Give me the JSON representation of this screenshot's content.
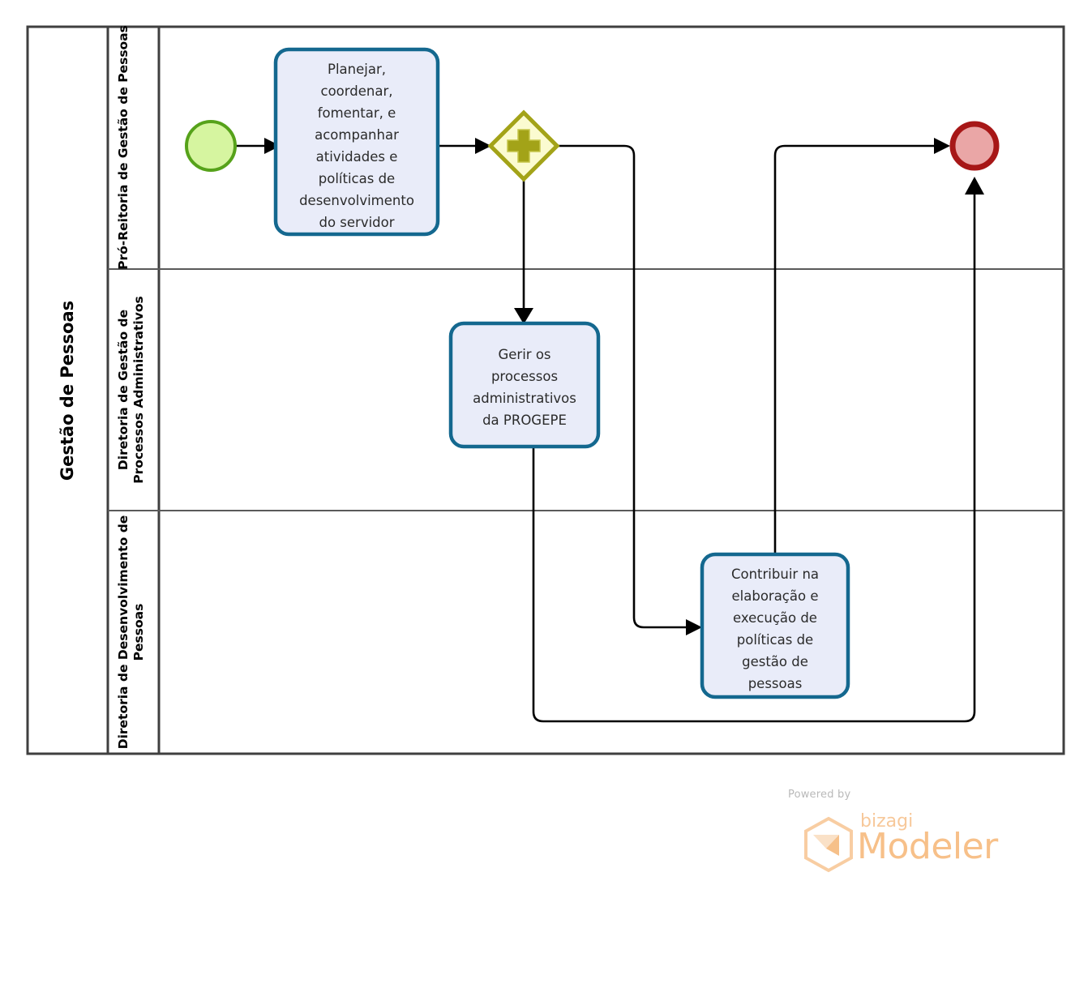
{
  "diagram": {
    "type": "bpmn-process",
    "pool": {
      "title": "Gestão de Pessoas",
      "lanes": [
        {
          "id": "lane-1",
          "title": "Pró-Reitoria de Gestão de Pessoas"
        },
        {
          "id": "lane-2",
          "title": "Diretoria de Gestão de Processos Administrativos"
        },
        {
          "id": "lane-3",
          "title": "Diretoria de Desenvolvimento de Pessoas"
        }
      ]
    },
    "nodes": {
      "start_event": {
        "name": "start-event",
        "shape": "circle",
        "lane": "lane-1",
        "fill": "#d6f5a0",
        "stroke": "#56a21a"
      },
      "task_1": {
        "name": "task-planejar-coordenar",
        "lane": "lane-1",
        "lines": [
          "Planejar,",
          "coordenar,",
          "fomentar, e",
          "acompanhar",
          "atividades e",
          "políticas de",
          "desenvolvimento",
          "do servidor"
        ],
        "fill": "#e9ecf9",
        "stroke": "#14688f"
      },
      "gateway": {
        "name": "parallel-gateway",
        "shape": "diamond",
        "marker": "plus",
        "lane": "lane-1",
        "fill": "#fbfbd0",
        "stroke": "#a3a318"
      },
      "task_2": {
        "name": "task-gerir-processos",
        "lane": "lane-2",
        "lines": [
          "Gerir os",
          "processos",
          "administrativos",
          "da PROGEPE"
        ],
        "fill": "#e9ecf9",
        "stroke": "#14688f"
      },
      "task_3": {
        "name": "task-contribuir-politicas",
        "lane": "lane-3",
        "lines": [
          "Contribuir na",
          "elaboração e",
          "execução de",
          "políticas de",
          "gestão de",
          "pessoas"
        ],
        "fill": "#e9ecf9",
        "stroke": "#14688f"
      },
      "end_event": {
        "name": "end-event",
        "shape": "circle-thick",
        "lane": "lane-1",
        "fill": "#eaa6a6",
        "stroke": "#a71717"
      }
    },
    "flows": [
      {
        "from": "start_event",
        "to": "task_1"
      },
      {
        "from": "task_1",
        "to": "gateway"
      },
      {
        "from": "gateway",
        "to": "task_2"
      },
      {
        "from": "gateway",
        "to": "task_3"
      },
      {
        "from": "task_3",
        "to": "end_event"
      },
      {
        "from": "task_2",
        "to": "end_event"
      }
    ]
  },
  "footer": {
    "powered_by": "Powered by",
    "brand": "bizagi",
    "product": "Modeler",
    "brand_color": "#f7c089"
  }
}
